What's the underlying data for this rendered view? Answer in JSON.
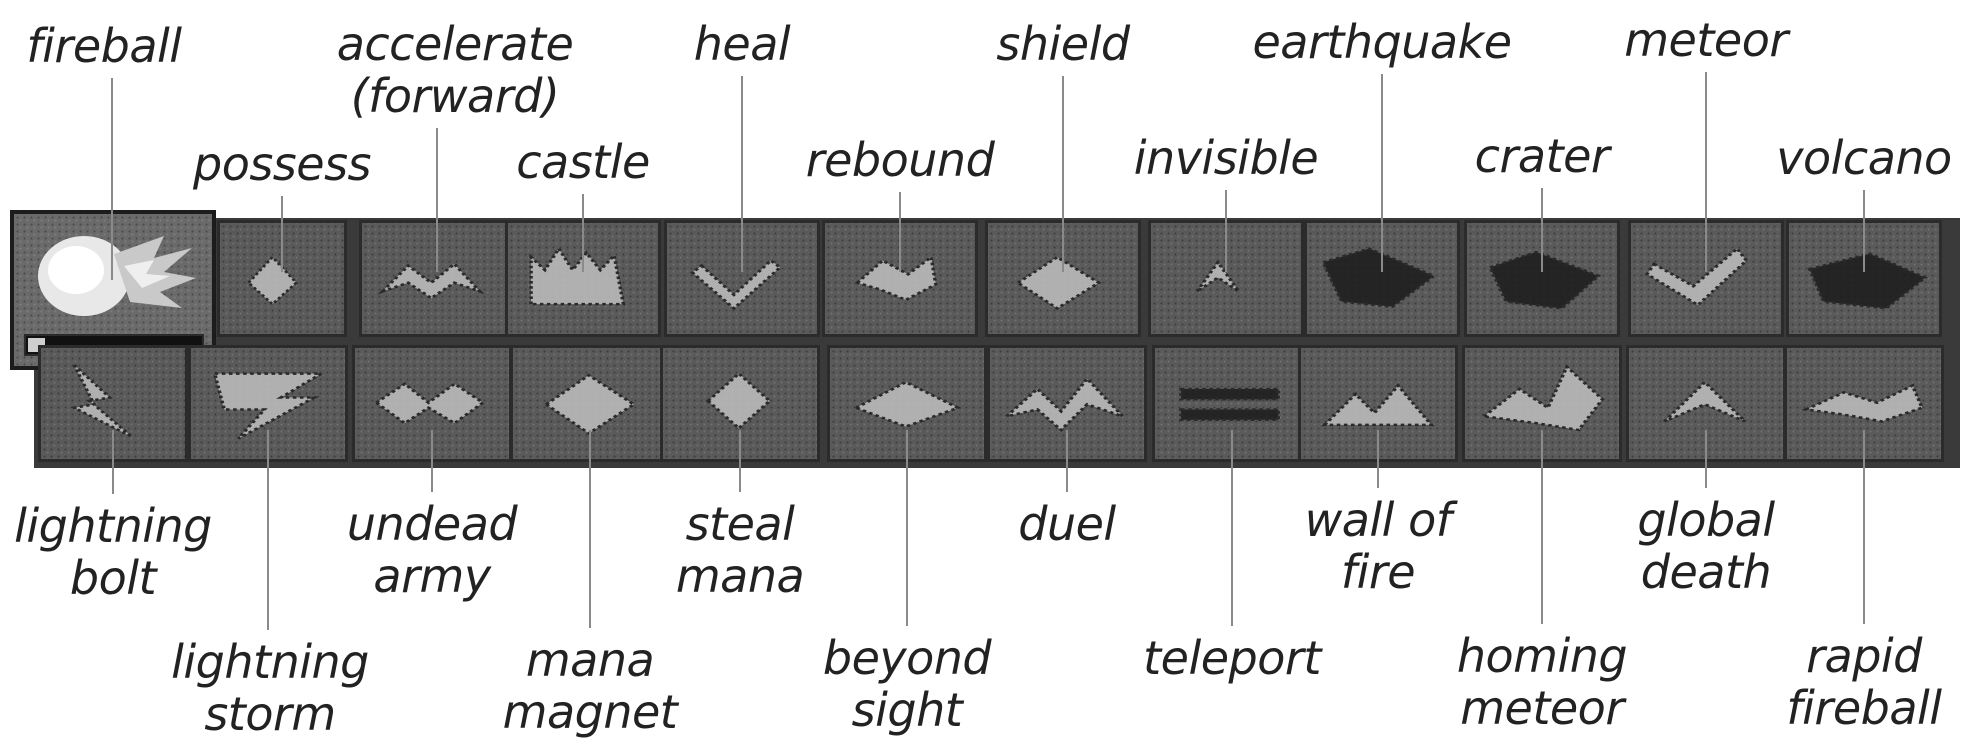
{
  "colors": {
    "background": "#ffffff",
    "panel": "#3a3a3a",
    "tile": "#5a5a5a",
    "tile_dark": "#2b2b2b",
    "glyph_light": "#b9b9b9",
    "glyph_dark": "#1e1e1e",
    "leader": "#8a8a8a",
    "text": "#222222"
  },
  "selected_spell": {
    "name": "fireball",
    "icon": "fireball-icon",
    "mana_level": 0.1
  },
  "top_row": [
    {
      "id": "possess",
      "label": "possess",
      "icon": "possess-icon",
      "tone": "light"
    },
    {
      "id": "accelerate",
      "label": "accelerate\n(forward)",
      "icon": "accelerate-icon",
      "tone": "light"
    },
    {
      "id": "castle",
      "label": "castle",
      "icon": "castle-icon",
      "tone": "light"
    },
    {
      "id": "heal",
      "label": "heal",
      "icon": "heal-icon",
      "tone": "light"
    },
    {
      "id": "rebound",
      "label": "rebound",
      "icon": "rebound-icon",
      "tone": "light"
    },
    {
      "id": "shield",
      "label": "shield",
      "icon": "shield-icon",
      "tone": "light"
    },
    {
      "id": "invisible",
      "label": "invisible",
      "icon": "invisible-icon",
      "tone": "light"
    },
    {
      "id": "earthquake",
      "label": "earthquake",
      "icon": "earthquake-icon",
      "tone": "dark"
    },
    {
      "id": "crater",
      "label": "crater",
      "icon": "crater-icon",
      "tone": "dark"
    },
    {
      "id": "meteor",
      "label": "meteor",
      "icon": "meteor-icon",
      "tone": "light"
    },
    {
      "id": "volcano",
      "label": "volcano",
      "icon": "volcano-icon",
      "tone": "dark"
    }
  ],
  "bottom_row": [
    {
      "id": "lightning_bolt",
      "label": "lightning\nbolt",
      "icon": "lightning-bolt-icon",
      "tone": "light"
    },
    {
      "id": "lightning_storm",
      "label": "lightning\nstorm",
      "icon": "lightning-storm-icon",
      "tone": "light"
    },
    {
      "id": "undead_army",
      "label": "undead\narmy",
      "icon": "undead-army-icon",
      "tone": "light"
    },
    {
      "id": "mana_magnet",
      "label": "mana\nmagnet",
      "icon": "mana-magnet-icon",
      "tone": "light"
    },
    {
      "id": "steal_mana",
      "label": "steal\nmana",
      "icon": "steal-mana-icon",
      "tone": "light"
    },
    {
      "id": "beyond_sight",
      "label": "beyond\nsight",
      "icon": "beyond-sight-icon",
      "tone": "light"
    },
    {
      "id": "duel",
      "label": "duel",
      "icon": "duel-icon",
      "tone": "light"
    },
    {
      "id": "teleport",
      "label": "teleport",
      "icon": "teleport-icon",
      "tone": "dark"
    },
    {
      "id": "wall_of_fire",
      "label": "wall of\nfire",
      "icon": "wall-of-fire-icon",
      "tone": "light"
    },
    {
      "id": "homing_meteor",
      "label": "homing\nmeteor",
      "icon": "homing-meteor-icon",
      "tone": "light"
    },
    {
      "id": "global_death",
      "label": "global\ndeath",
      "icon": "global-death-icon",
      "tone": "light"
    },
    {
      "id": "rapid_fireball",
      "label": "rapid\nfireball",
      "icon": "rapid-fireball-icon",
      "tone": "light"
    }
  ]
}
